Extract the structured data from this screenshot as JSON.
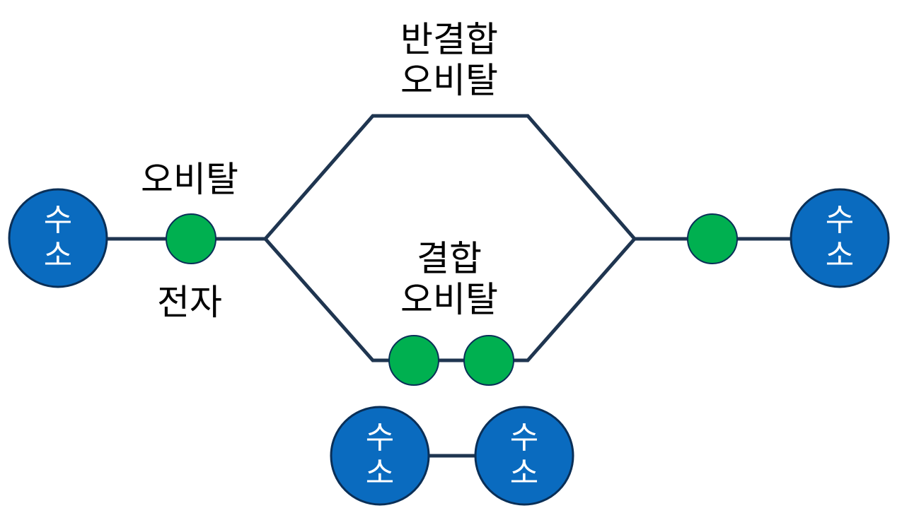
{
  "diagram": {
    "labels": {
      "antibonding_line1": "반결합",
      "antibonding_line2": "오비탈",
      "atomic_orbital": "오비탈",
      "electron": "전자",
      "bonding_line1": "결합",
      "bonding_line2": "오비탈"
    },
    "atoms": {
      "left": "수\n소",
      "right": "수\n소",
      "molecule_left": "수\n소",
      "molecule_right": "수\n소"
    },
    "colors": {
      "atom_fill": "#0a6bbf",
      "atom_stroke": "#0a2f57",
      "electron_fill": "#00b050",
      "electron_stroke": "#0a2f57",
      "line": "#1f3550"
    }
  }
}
